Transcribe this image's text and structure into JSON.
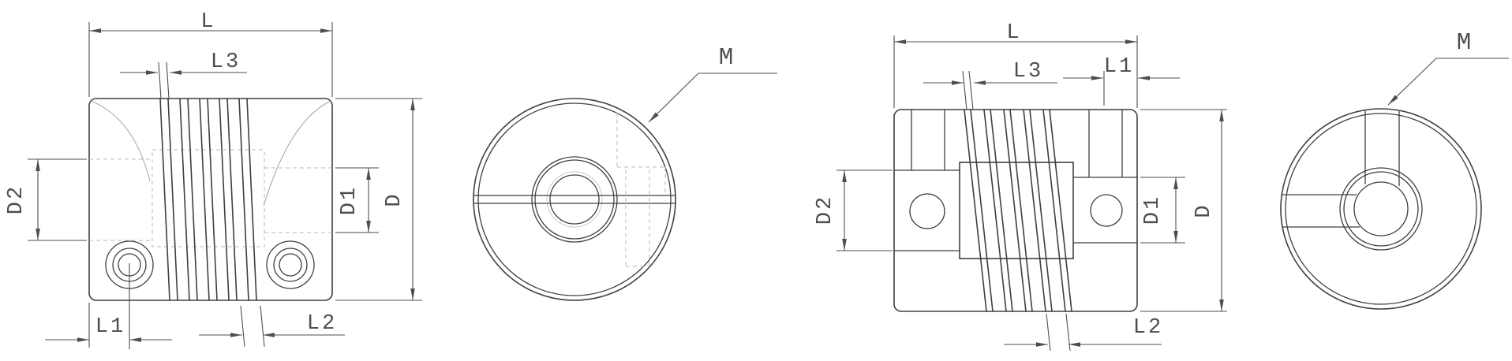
{
  "colors": {
    "outline": "#3f3f3f",
    "dimension": "#4e4e4e",
    "hidden_line": "#b8b8b8",
    "label": "#4e4e4e",
    "background": "#ffffff"
  },
  "left_coupling": {
    "side_view": {
      "labels": {
        "L": "L",
        "L3": "L3",
        "D2": "D2",
        "D1": "D1",
        "D": "D",
        "L1": "L1",
        "L2": "L2"
      }
    },
    "front_view": {
      "labels": {
        "M": "M"
      }
    }
  },
  "right_coupling": {
    "side_view": {
      "labels": {
        "L": "L",
        "L3": "L3",
        "L1": "L1",
        "D2": "D2",
        "D1": "D1",
        "D": "D",
        "L2": "L2"
      }
    },
    "front_view": {
      "labels": {
        "M": "M"
      }
    }
  }
}
